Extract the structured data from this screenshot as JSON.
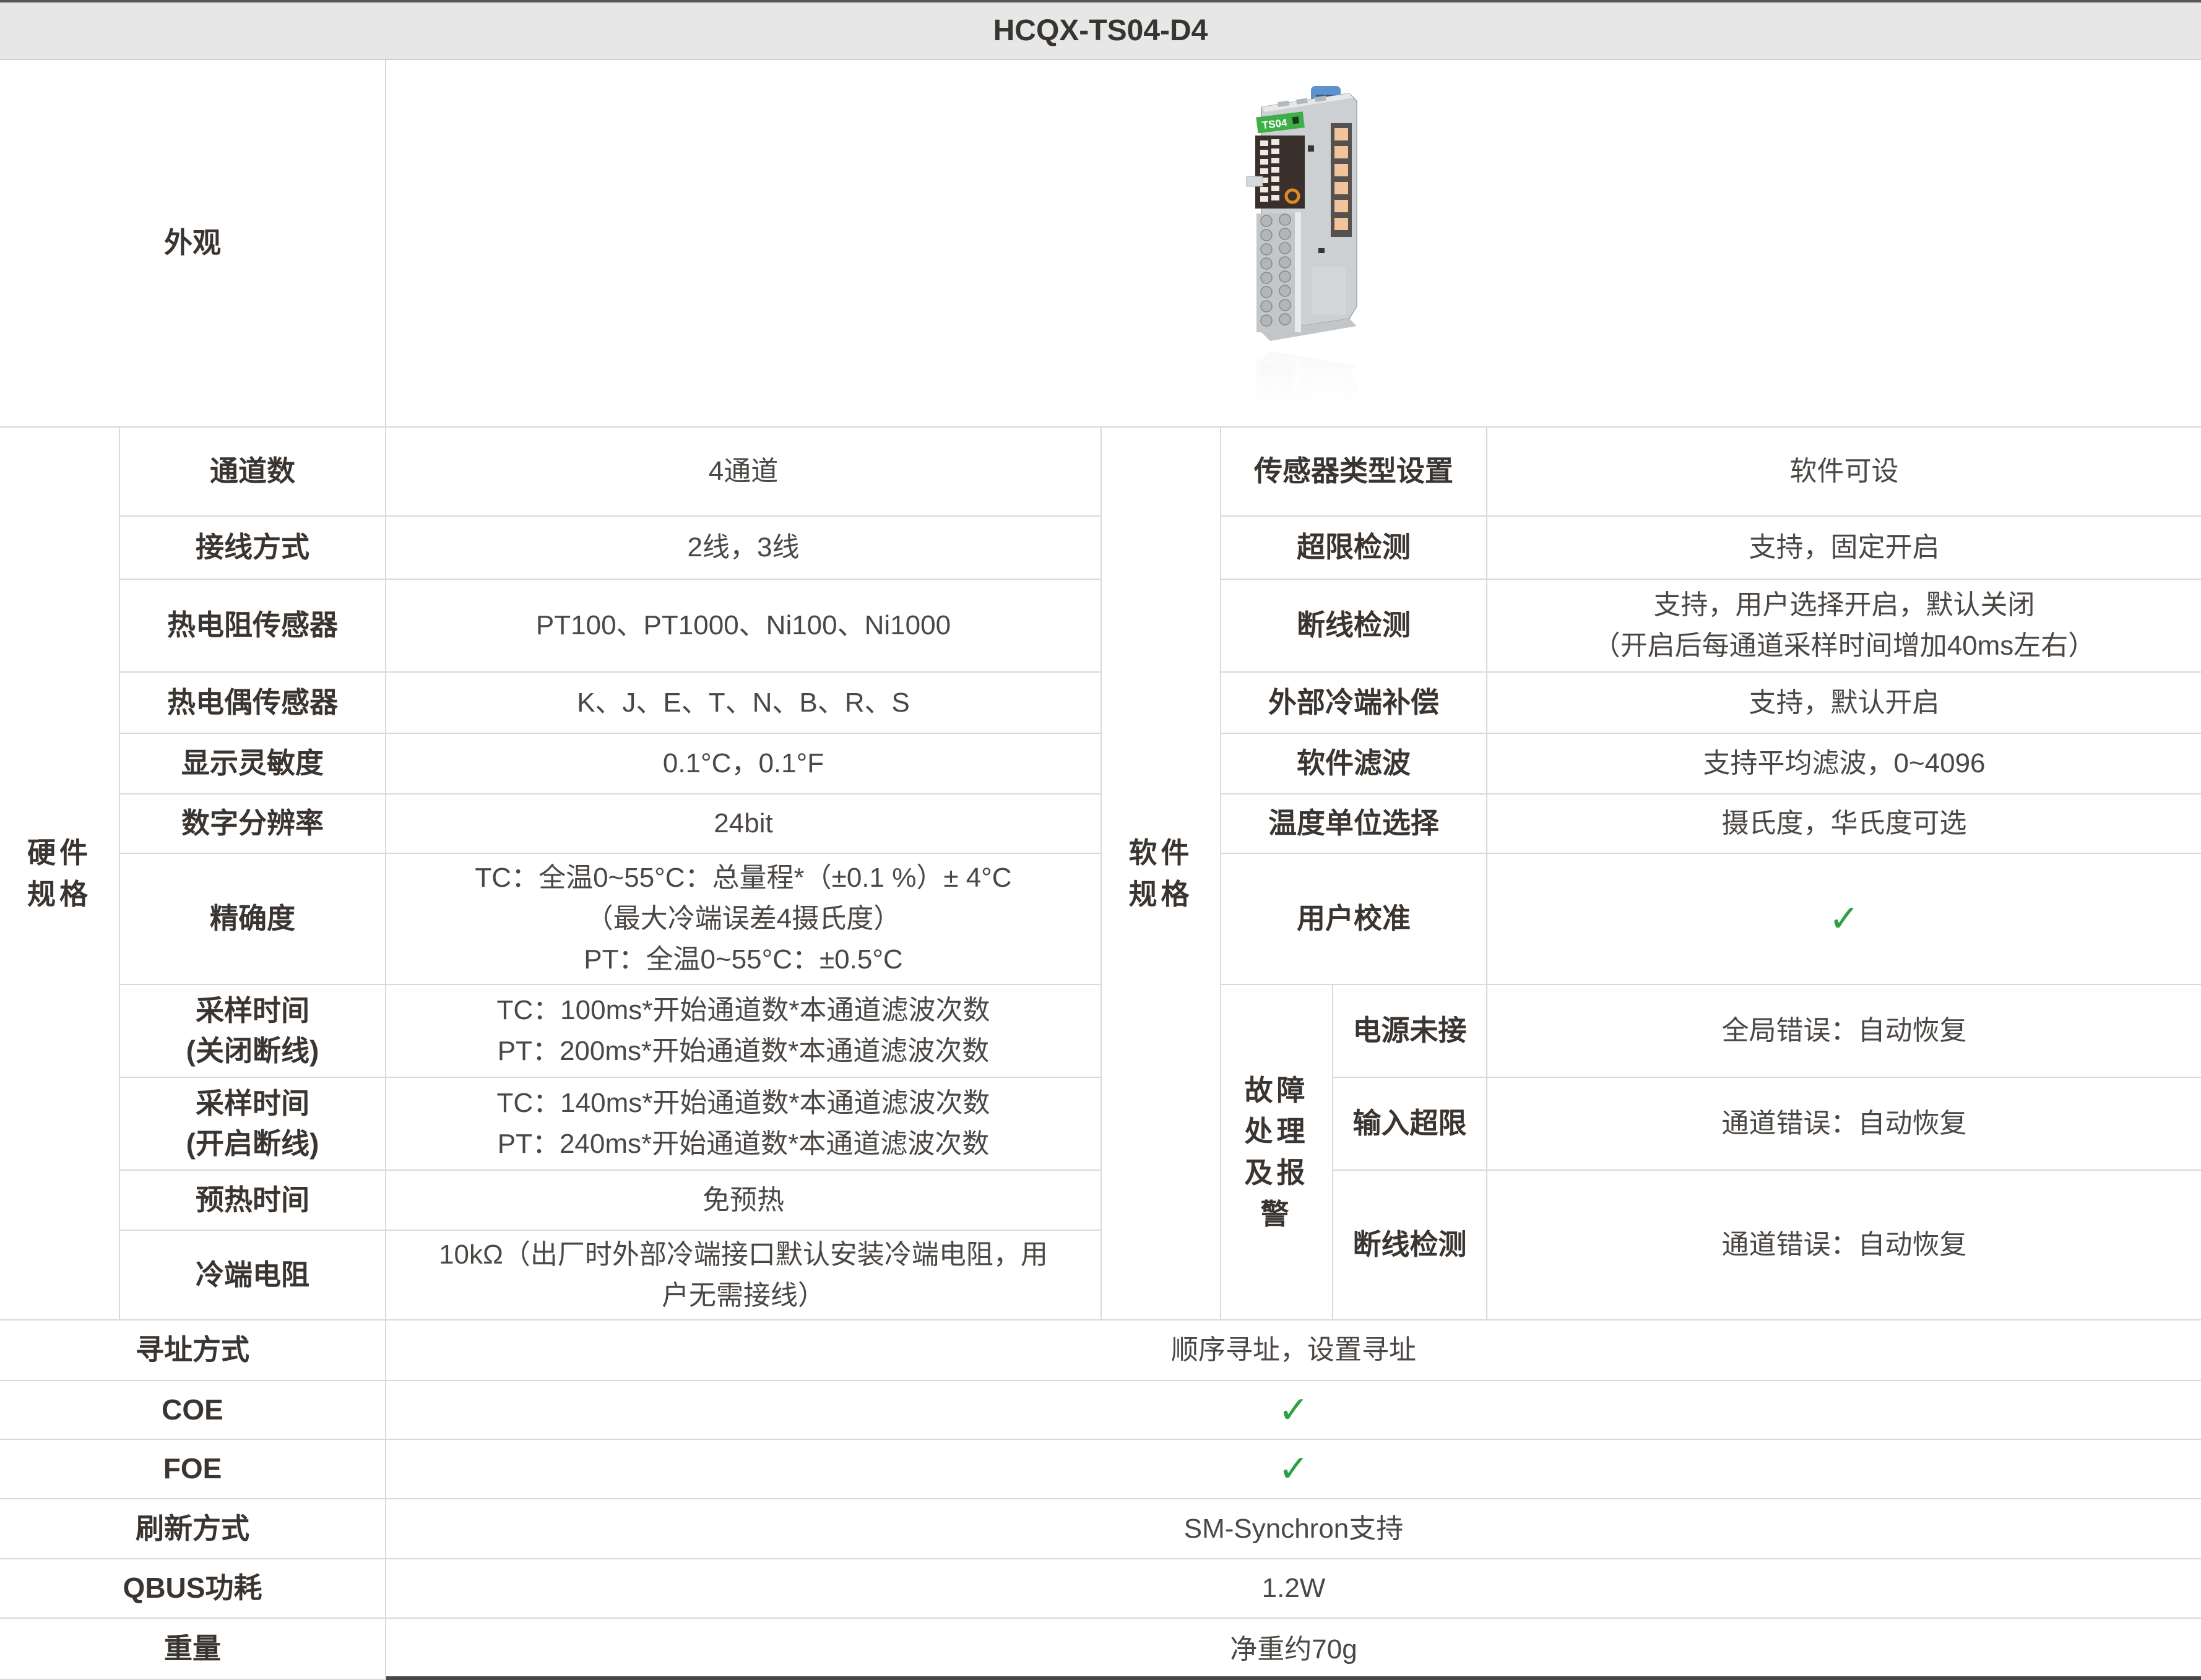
{
  "title": "HCQX-TS04-D4",
  "appearance": {
    "label": "外观"
  },
  "hardware": {
    "section_label": "硬件\n规格",
    "rows": [
      {
        "label": "通道数",
        "value": "4通道"
      },
      {
        "label": "接线方式",
        "value": "2线，3线"
      },
      {
        "label": "热电阻传感器",
        "value": "PT100、PT1000、Ni100、Ni1000"
      },
      {
        "label": "热电偶传感器",
        "value": "K、J、E、T、N、B、R、S"
      },
      {
        "label": "显示灵敏度",
        "value": "0.1°C，0.1°F"
      },
      {
        "label": "数字分辨率",
        "value": "24bit"
      },
      {
        "label": "精确度",
        "value": "TC：全温0~55°C：总量程*（±0.1 %）± 4°C\n（最大冷端误差4摄氏度）\nPT：全温0~55°C：±0.5°C"
      },
      {
        "label": "采样时间\n(关闭断线)",
        "value": "TC：100ms*开始通道数*本通道滤波次数\nPT：200ms*开始通道数*本通道滤波次数"
      },
      {
        "label": "采样时间\n(开启断线)",
        "value": "TC：140ms*开始通道数*本通道滤波次数\nPT：240ms*开始通道数*本通道滤波次数"
      },
      {
        "label": "预热时间",
        "value": "免预热"
      },
      {
        "label": "冷端电阻",
        "value": "10kΩ（出厂时外部冷端接口默认安装冷端电阻，用\n户无需接线）"
      }
    ]
  },
  "software": {
    "section_label": "软件\n规格",
    "rows": [
      {
        "label": "传感器类型设置",
        "value": "软件可设"
      },
      {
        "label": "超限检测",
        "value": "支持，固定开启"
      },
      {
        "label": "断线检测",
        "value": "支持，用户选择开启，默认关闭\n（开启后每通道采样时间增加40ms左右）"
      },
      {
        "label": "外部冷端补偿",
        "value": "支持，默认开启"
      },
      {
        "label": "软件滤波",
        "value": "支持平均滤波，0~4096"
      },
      {
        "label": "温度单位选择",
        "value": "摄氏度，华氏度可选"
      },
      {
        "label": "用户校准",
        "value": "✓"
      }
    ]
  },
  "fault": {
    "section_label": "故障\n处理\n及报\n警",
    "rows": [
      {
        "label": "电源未接",
        "value": "全局错误：自动恢复"
      },
      {
        "label": "输入超限",
        "value": "通道错误：自动恢复"
      },
      {
        "label": "断线检测",
        "value": "通道错误：自动恢复"
      }
    ]
  },
  "general_rows": [
    {
      "label": "寻址方式",
      "value": "顺序寻址，设置寻址"
    },
    {
      "label": "COE",
      "value": "✓"
    },
    {
      "label": "FOE",
      "value": "✓"
    },
    {
      "label": "刷新方式",
      "value": "SM-Synchron支持"
    },
    {
      "label": "QBUS功耗",
      "value": "1.2W"
    },
    {
      "label": "重量",
      "value": "净重约70g"
    }
  ],
  "module": {
    "label_text": "TS04"
  },
  "colors": {
    "header_bg": "#e7e7e7",
    "border": "#d9d9d9",
    "top_bar": "#56575b",
    "bottom_bar": "#48484a",
    "label_text": "#3a3531",
    "value_text": "#4b4744",
    "check_green": "#2f9e44",
    "module_blue_clip": "#5d92cc",
    "module_green_label": "#3fae49",
    "module_led_orange": "#f2c49b"
  }
}
